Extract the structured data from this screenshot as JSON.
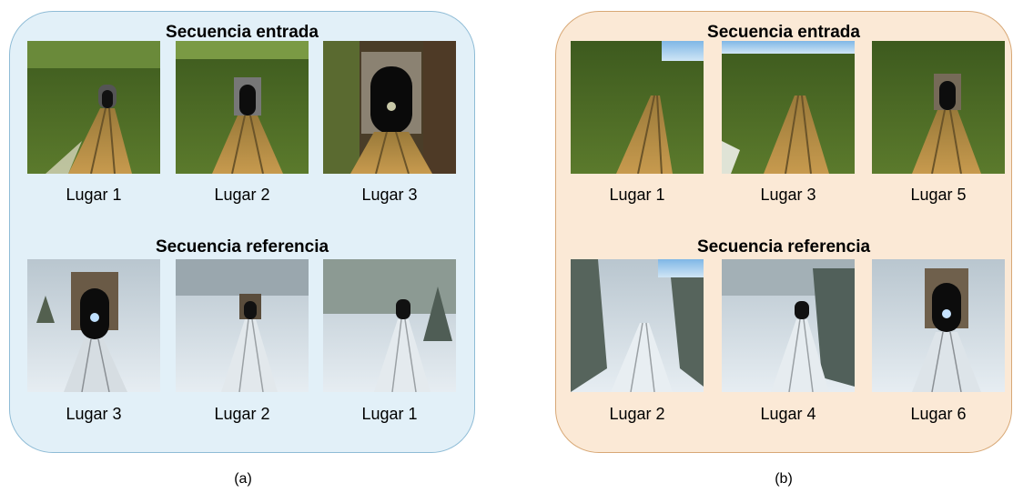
{
  "panel_a": {
    "input_title": "Secuencia entrada",
    "reference_title": "Secuencia referencia",
    "input_labels": [
      "Lugar 1",
      "Lugar 2",
      "Lugar 3"
    ],
    "reference_labels": [
      "Lugar 3",
      "Lugar 2",
      "Lugar 1"
    ],
    "caption": "(a)",
    "fill_color": "#e2f0f8",
    "border_color": "#8fbcd6"
  },
  "panel_b": {
    "input_title": "Secuencia entrada",
    "reference_title": "Secuencia referencia",
    "input_labels": [
      "Lugar 1",
      "Lugar 3",
      "Lugar 5"
    ],
    "reference_labels": [
      "Lugar 2",
      "Lugar 4",
      "Lugar 6"
    ],
    "caption": "(b)",
    "fill_color": "#fbe9d6",
    "border_color": "#d8a876"
  }
}
